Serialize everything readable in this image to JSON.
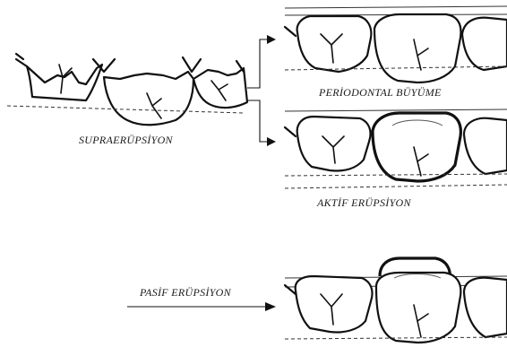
{
  "labels": {
    "supraeruption": "SUPRAERÜPSİYON",
    "periodontal_growth": "PERİODONTAL BÜYÜME",
    "active_eruption": "AKTİF ERÜPSİYON",
    "passive_eruption": "PASİF ERÜPSİYON"
  },
  "colors": {
    "line": "#111111",
    "background": "#ffffff"
  }
}
